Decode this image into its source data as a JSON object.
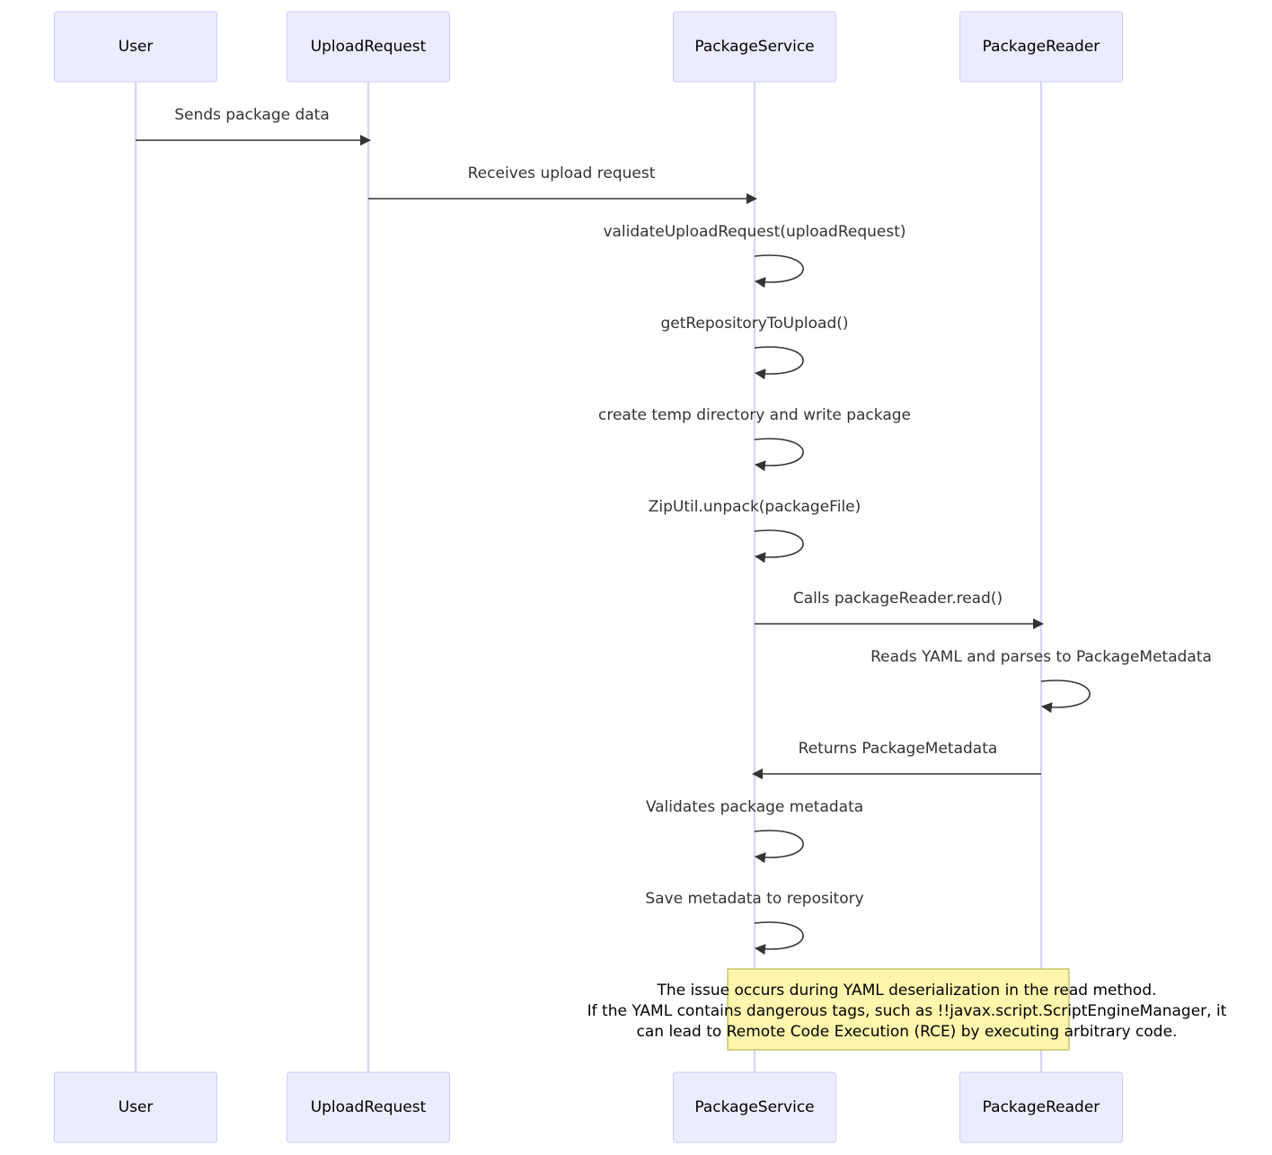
{
  "participants": [
    {
      "id": "user",
      "label": "User"
    },
    {
      "id": "upload",
      "label": "UploadRequest"
    },
    {
      "id": "service",
      "label": "PackageService"
    },
    {
      "id": "reader",
      "label": "PackageReader"
    }
  ],
  "messages": [
    {
      "from": "user",
      "to": "upload",
      "label": "Sends package data"
    },
    {
      "from": "upload",
      "to": "service",
      "label": "Receives upload request"
    },
    {
      "from": "service",
      "to": "service",
      "label": "validateUploadRequest(uploadRequest)"
    },
    {
      "from": "service",
      "to": "service",
      "label": "getRepositoryToUpload()"
    },
    {
      "from": "service",
      "to": "service",
      "label": "create temp directory and write package"
    },
    {
      "from": "service",
      "to": "service",
      "label": "ZipUtil.unpack(packageFile)"
    },
    {
      "from": "service",
      "to": "reader",
      "label": "Calls packageReader.read()"
    },
    {
      "from": "reader",
      "to": "reader",
      "label": "Reads YAML and parses to PackageMetadata"
    },
    {
      "from": "reader",
      "to": "service",
      "label": "Returns PackageMetadata"
    },
    {
      "from": "service",
      "to": "service",
      "label": "Validates package metadata"
    },
    {
      "from": "service",
      "to": "service",
      "label": "Save metadata to repository"
    }
  ],
  "note": {
    "over": [
      "service",
      "reader"
    ],
    "lines": [
      "The issue occurs during YAML deserialization in the read method.",
      "If the YAML contains dangerous tags, such as !!javax.script.ScriptEngineManager, it",
      "can lead to Remote Code Execution (RCE) by executing arbitrary code."
    ]
  },
  "colors": {
    "actor_fill": "#ECECFF",
    "actor_border": "#CCCCFF",
    "lifeline": "#D6D6F5",
    "arrow": "#333333",
    "note_fill": "#FFF5AD",
    "note_border": "#AAAA33"
  }
}
